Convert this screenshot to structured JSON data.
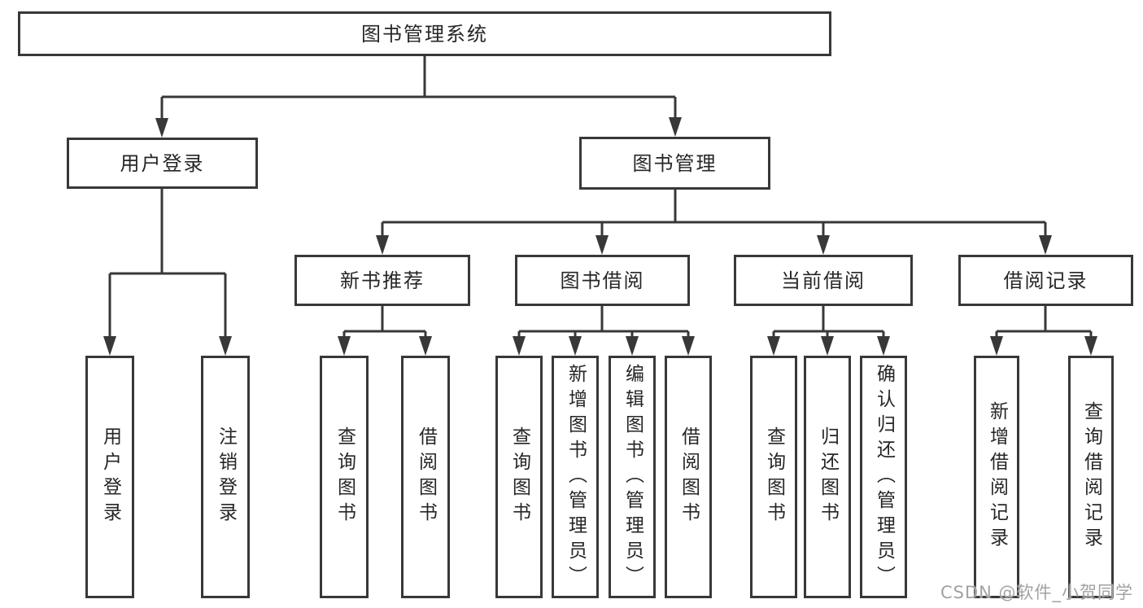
{
  "nodes": {
    "root": "图书管理系统",
    "user_login": "用户登录",
    "book_mgmt": "图书管理",
    "new_book_rec": "新书推荐",
    "book_borrow": "图书借阅",
    "current_borrow": "当前借阅",
    "borrow_record": "借阅记录",
    "ul_user_login": "用户登录",
    "ul_logout": "注销登录",
    "nbr_query": "查询图书",
    "nbr_borrow": "借阅图书",
    "bb_query": "查询图书",
    "bb_add": "新增图书（管理员）",
    "bb_edit": "编辑图书（管理员）",
    "bb_borrow": "借阅图书",
    "cb_query": "查询图书",
    "cb_return": "归还图书",
    "cb_confirm": "确认归还（管理员）",
    "br_add": "新增借阅记录",
    "br_query": "查询借阅记录"
  },
  "watermark": "CSDN @软件_小贺同学",
  "colors": {
    "line": "#383838",
    "box_border": "#383838",
    "box_background": "#ffffff",
    "text": "#262626",
    "watermark": "#a2a2a2",
    "page_background": "#ffffff"
  }
}
